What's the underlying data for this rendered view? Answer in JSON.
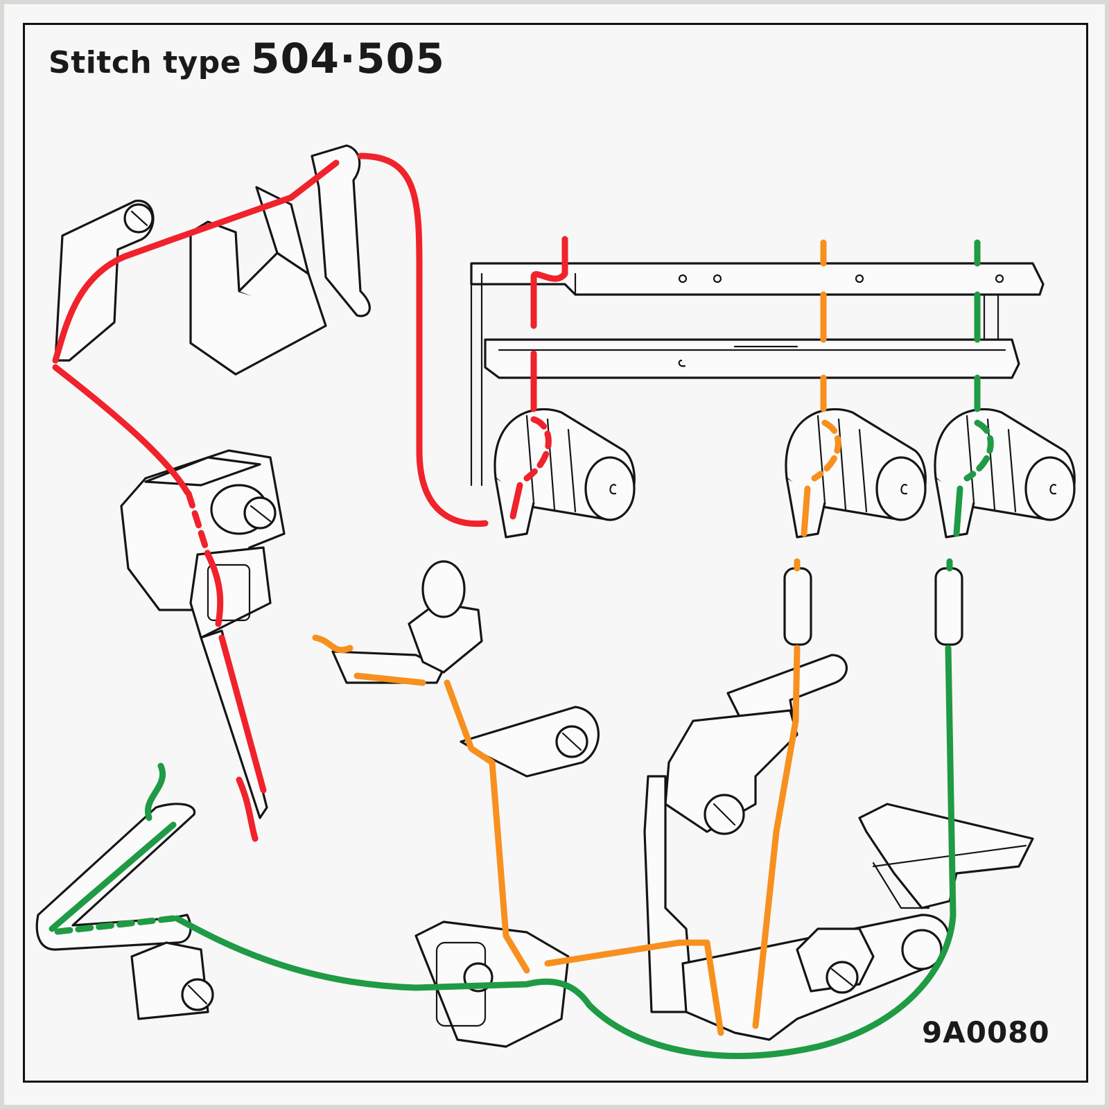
{
  "title": {
    "prefix": "Stitch type",
    "numbers": "504·505"
  },
  "code": "9A0080",
  "colors": {
    "needle_thread": "#f0222b",
    "upper_looper_thread": "#f7901e",
    "lower_looper_thread": "#1f9a45",
    "line_art": "#151515",
    "background": "#f6f7f6"
  },
  "threads": [
    {
      "name": "needle-thread",
      "color": "red"
    },
    {
      "name": "upper-looper-thread",
      "color": "orange"
    },
    {
      "name": "lower-looper-thread",
      "color": "green"
    }
  ]
}
